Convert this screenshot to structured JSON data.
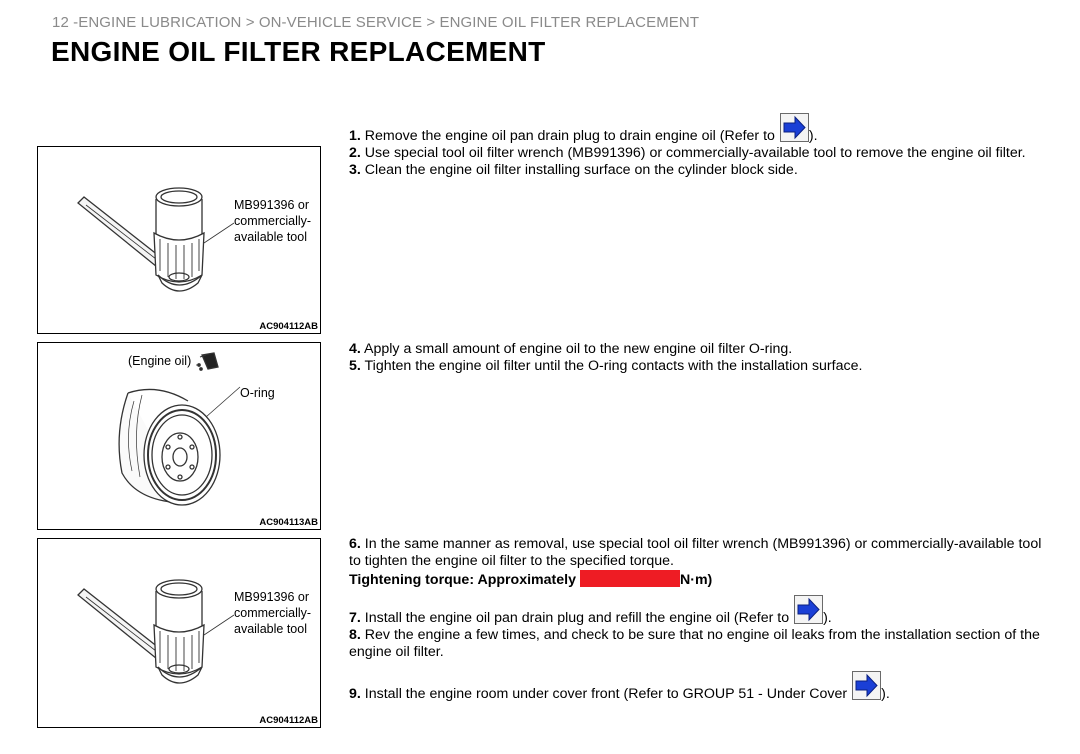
{
  "breadcrumb": "12 -ENGINE LUBRICATION > ON-VEHICLE SERVICE > ENGINE OIL FILTER REPLACEMENT",
  "title": "ENGINE OIL FILTER REPLACEMENT",
  "figures": [
    {
      "label": "MB991396 or\ncommercially-\navailable tool",
      "code": "AC904112AB"
    },
    {
      "label_oil": "(Engine oil)",
      "label_oring": "O-ring",
      "code": "AC904113AB"
    },
    {
      "label": "MB991396 or\ncommercially-\navailable tool",
      "code": "AC904112AB"
    }
  ],
  "steps": {
    "s1_num": "1.",
    "s1_text": "Remove the engine oil pan drain plug to drain engine oil (Refer to",
    "s1_end": ").",
    "s2_num": "2.",
    "s2_text": "Use special tool oil filter wrench (MB991396) or commercially-available tool to remove the engine oil filter.",
    "s3_num": "3.",
    "s3_text": "Clean the engine oil filter installing surface on the cylinder block side.",
    "s4_num": "4.",
    "s4_text": "Apply a small amount of engine oil to the new engine oil filter O-ring.",
    "s5_num": "5.",
    "s5_text": "Tighten the engine oil filter until the O-ring contacts with the installation surface.",
    "s6_num": "6.",
    "s6_text": "In the same manner as removal, use special tool oil filter wrench (MB991396) or commercially-available tool to tighten the engine oil filter to the specified torque.",
    "torque_label": "Tightening torque: Approximately",
    "torque_unit": "N·m)",
    "s7_num": "7.",
    "s7_text": "Install the engine oil pan drain plug and refill the engine oil (Refer to",
    "s7_end": ").",
    "s8_num": "8.",
    "s8_text": "Rev the engine a few times, and check to be sure that no engine oil leaks from the installation section of the engine oil filter.",
    "s9_num": "9.",
    "s9_text": "Install the engine room under cover front (Refer to GROUP 51 - Under Cover",
    "s9_end": ")."
  },
  "colors": {
    "redaction": "#ee1c24",
    "ref_arrow": "#1a3fd6",
    "breadcrumb": "#8a8a8a"
  },
  "icons": {
    "reference": "right-arrow-link-icon"
  }
}
